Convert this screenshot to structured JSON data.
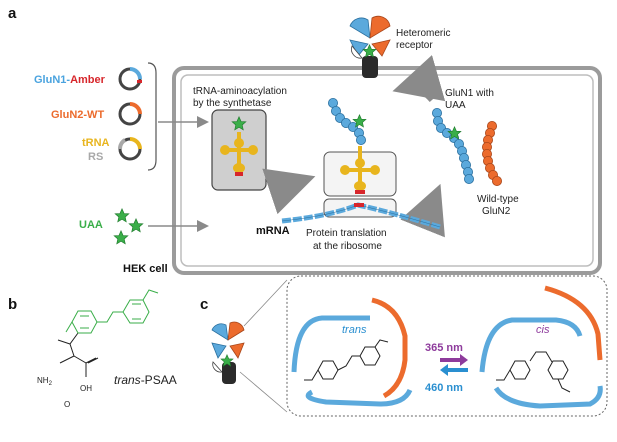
{
  "panels": {
    "a": "a",
    "b": "b",
    "c": "c"
  },
  "plasmids": [
    {
      "prefix": "GluN1-",
      "suffix": "Amber",
      "prefix_color": "#4aa3df",
      "suffix_color": "#d7262b"
    },
    {
      "label": "GluN2-WT",
      "color": "#ec6b2d"
    },
    {
      "label": "tRNA",
      "color": "#e8b51e"
    },
    {
      "label": "RS",
      "color": "#a8a8a8"
    }
  ],
  "labels": {
    "uaa": "UAA",
    "receptor_line1": "Heteromeric",
    "receptor_line2": "receptor",
    "trna_line1": "tRNA-aminoacylation",
    "trna_line2": "by the synthetase",
    "glun1_line1": "GluN1 with",
    "glun1_line2": "UAA",
    "wt_line1": "Wild-type",
    "wt_line2": "GluN2",
    "mrna": "mRNA",
    "translation_line1": "Protein translation",
    "translation_line2": "at the ribosome",
    "hek": "HEK cell",
    "nh2": "NH",
    "nh2_sub": "2",
    "oh": "OH",
    "o": "O",
    "psaa_italic": "trans",
    "psaa_rest": "-PSAA",
    "state_trans": "trans",
    "state_cis": "cis",
    "wl_365": "365 nm",
    "wl_460": "460 nm"
  },
  "colors": {
    "glun1_blue": "#5ba9dc",
    "glun2_orange": "#ec6b2d",
    "trna_yellow": "#e8b51e",
    "uaa_green": "#3aae49",
    "amber_red": "#d7262b",
    "violet": "#8e3b9c",
    "blue_arrow": "#2a8fd0",
    "gray_arrow": "#8a8a8a"
  }
}
